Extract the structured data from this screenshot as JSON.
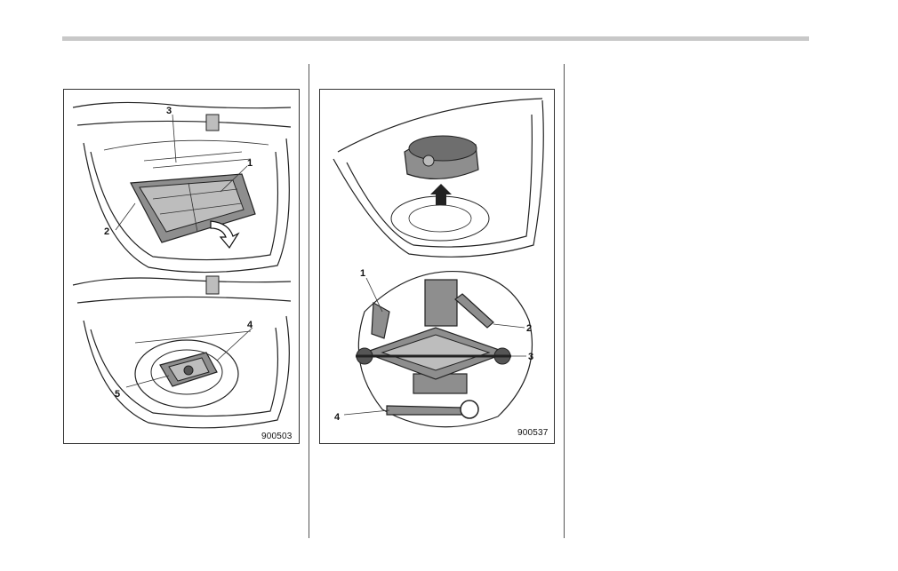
{
  "figures": {
    "left": {
      "code": "900503",
      "callouts": {
        "c1": "1",
        "c2": "2",
        "c3": "3",
        "c4": "4",
        "c5": "5"
      }
    },
    "right": {
      "code": "900537",
      "callouts": {
        "c1": "1",
        "c2": "2",
        "c3": "3",
        "c4": "4"
      }
    }
  },
  "colors": {
    "rule": "#c8c8c8",
    "ink": "#222222",
    "part_fill": "#8e8e8e"
  }
}
